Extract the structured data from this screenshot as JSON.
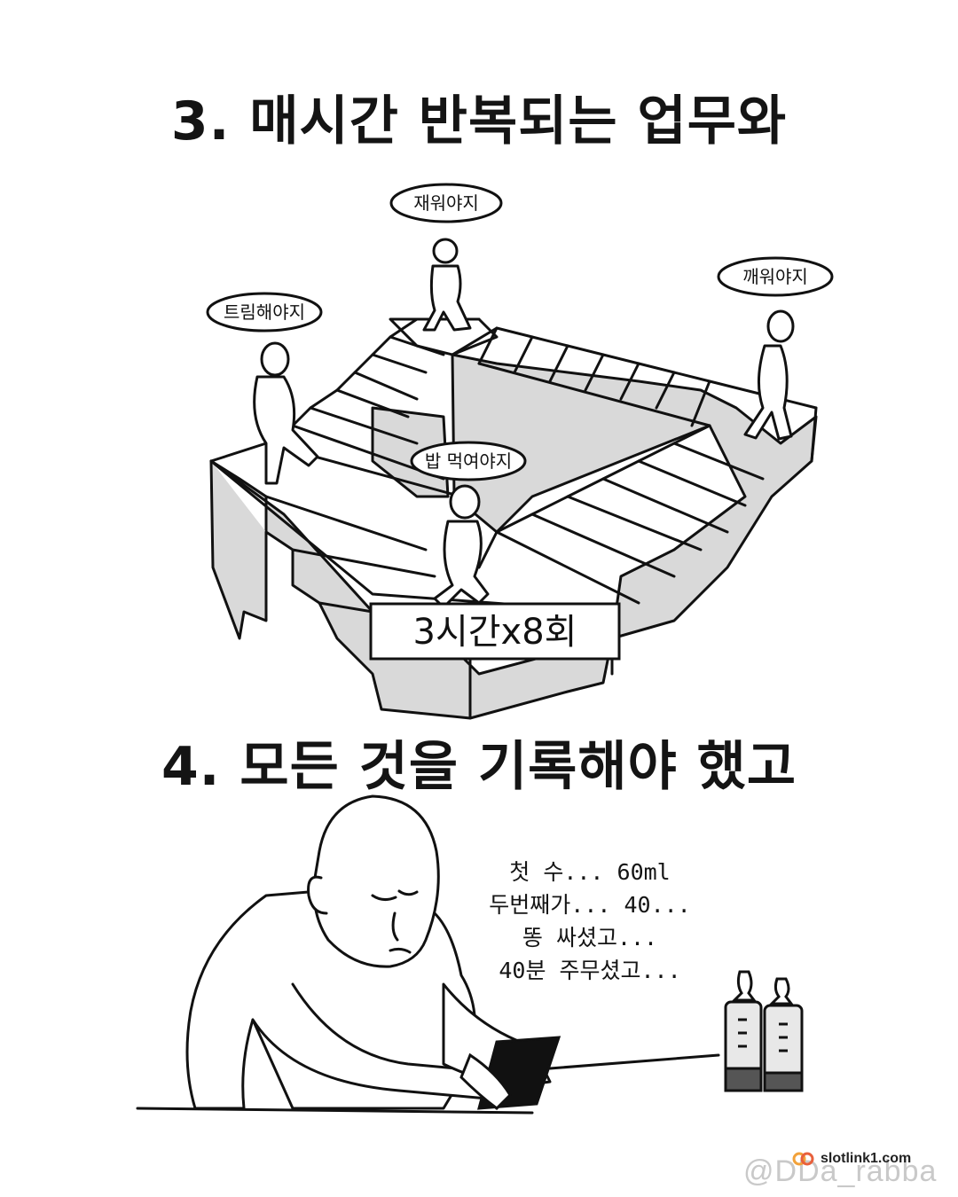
{
  "panel1": {
    "heading": "3. 매시간 반복되는 업무와",
    "bubbles": {
      "top": "재워야지",
      "left": "트림해야지",
      "right": "깨워야지",
      "center": "밥 먹여야지"
    },
    "sign": "3시간x8회"
  },
  "panel2": {
    "heading": "4. 모든 것을 기록해야 했고",
    "speech": [
      "첫 수... 60ml",
      "두번째가... 40...",
      "똥 싸셨고...",
      "40분 주무셨고..."
    ]
  },
  "footer": {
    "watermark": "@DDa_rabba",
    "site": "slotlink1.com"
  },
  "colors": {
    "ink": "#111111",
    "shade": "#d9d9d9",
    "background": "#ffffff",
    "watermark": "#c9c9c9",
    "site_icon": "#f2a23a"
  }
}
